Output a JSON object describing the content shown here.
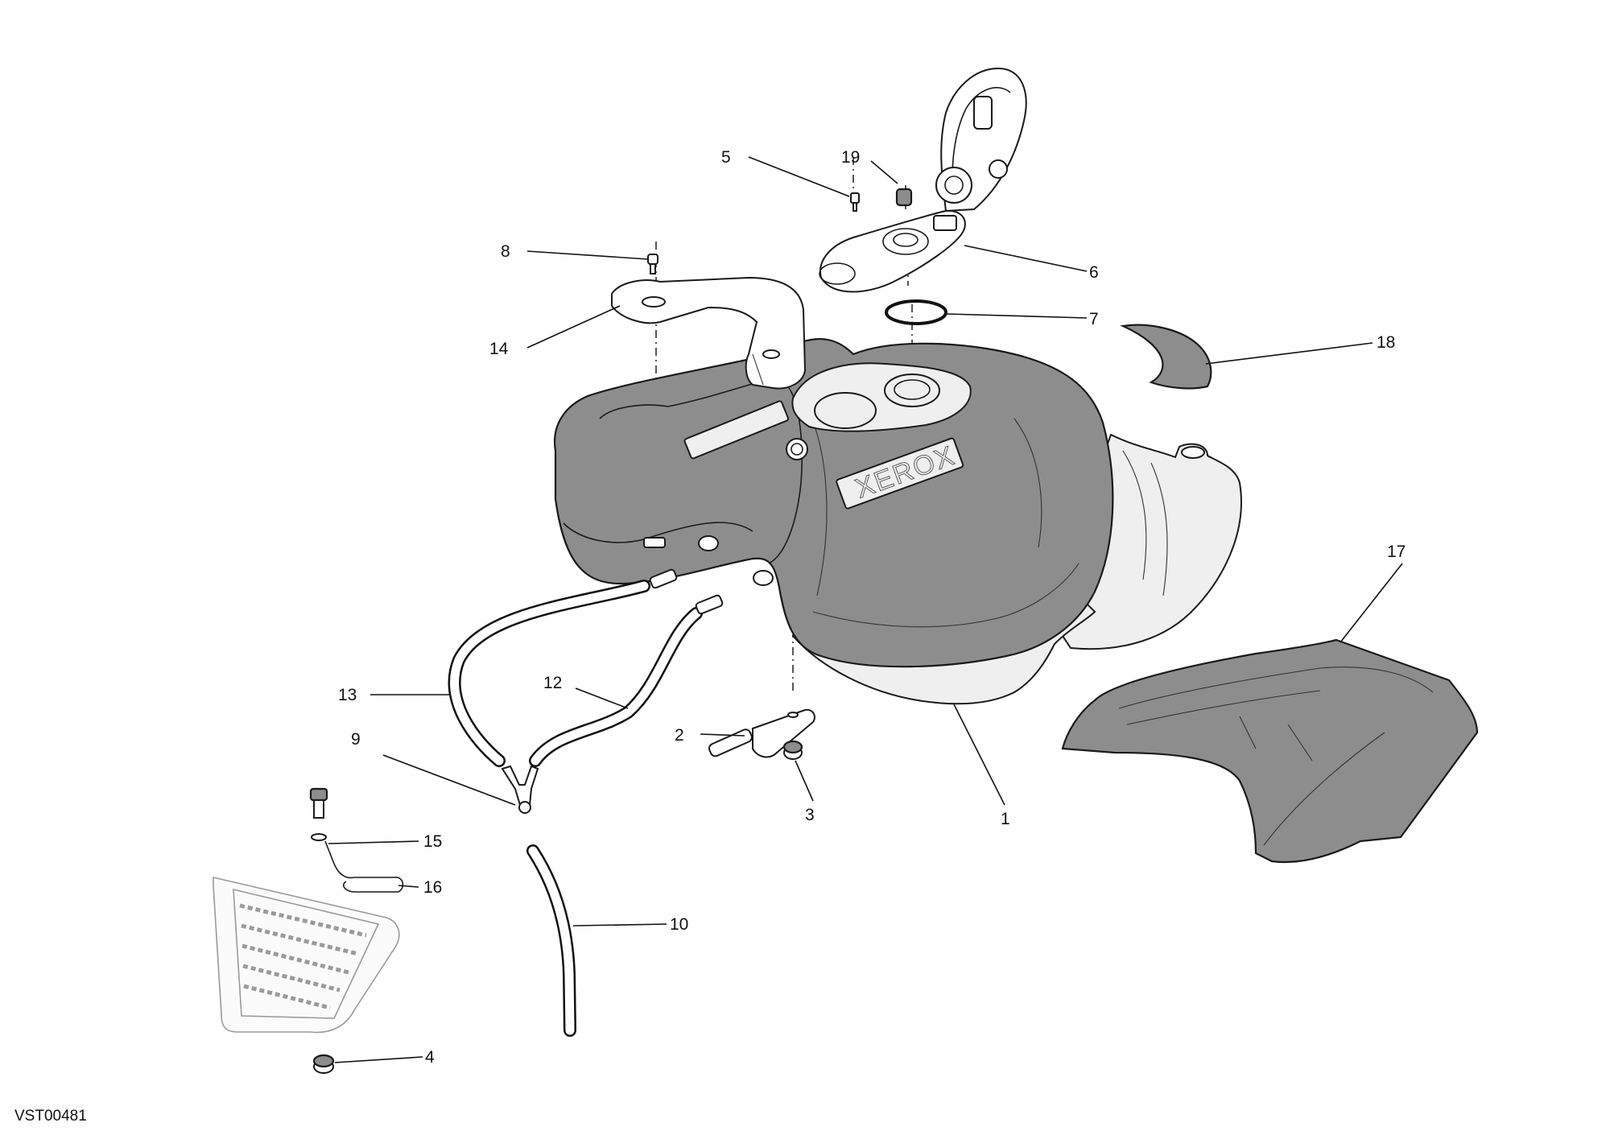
{
  "drawing_code": "VST00481",
  "tank_logo_text": "XEROX",
  "callouts": [
    {
      "id": "1",
      "label": "1"
    },
    {
      "id": "2",
      "label": "2"
    },
    {
      "id": "3",
      "label": "3"
    },
    {
      "id": "4",
      "label": "4"
    },
    {
      "id": "5",
      "label": "5"
    },
    {
      "id": "6",
      "label": "6"
    },
    {
      "id": "7",
      "label": "7"
    },
    {
      "id": "8",
      "label": "8"
    },
    {
      "id": "9",
      "label": "9"
    },
    {
      "id": "10",
      "label": "10"
    },
    {
      "id": "12",
      "label": "12"
    },
    {
      "id": "13",
      "label": "13"
    },
    {
      "id": "14",
      "label": "14"
    },
    {
      "id": "15",
      "label": "15"
    },
    {
      "id": "16",
      "label": "16"
    },
    {
      "id": "17",
      "label": "17"
    },
    {
      "id": "18",
      "label": "18"
    },
    {
      "id": "19",
      "label": "19"
    }
  ],
  "colors": {
    "part_shading": "#8d8d8d",
    "line": "#1a1a1a",
    "background": "#ffffff"
  }
}
